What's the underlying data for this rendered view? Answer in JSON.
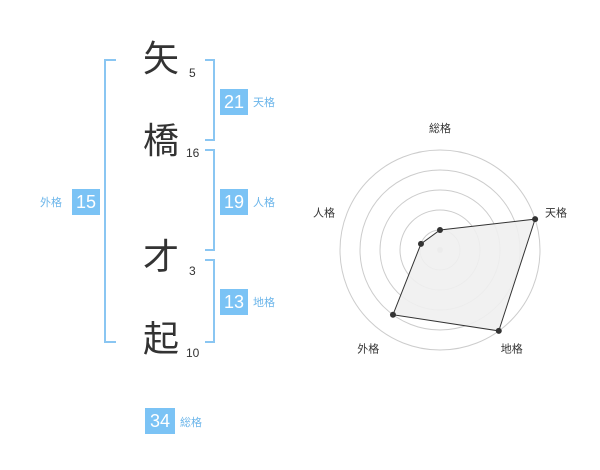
{
  "name_chars": [
    {
      "char": "矢",
      "strokes": "5"
    },
    {
      "char": "橋",
      "strokes": "16"
    },
    {
      "char": "才",
      "strokes": "3"
    },
    {
      "char": "起",
      "strokes": "10"
    }
  ],
  "fortunes": {
    "tenkaku": {
      "value": "21",
      "label": "天格"
    },
    "jinkaku": {
      "value": "19",
      "label": "人格"
    },
    "chikaku": {
      "value": "13",
      "label": "地格"
    },
    "gaikaku": {
      "value": "15",
      "label": "外格"
    },
    "soukaku": {
      "value": "34",
      "label": "総格"
    }
  },
  "colors": {
    "accent": "#7bc3f5",
    "bracket": "#8ac6f2",
    "text": "#333333"
  },
  "chart_data": {
    "type": "radar",
    "axes": [
      "総格",
      "天格",
      "地格",
      "外格",
      "人格"
    ],
    "max": 5,
    "values": [
      1,
      5,
      5,
      4,
      1
    ],
    "grid": true
  }
}
